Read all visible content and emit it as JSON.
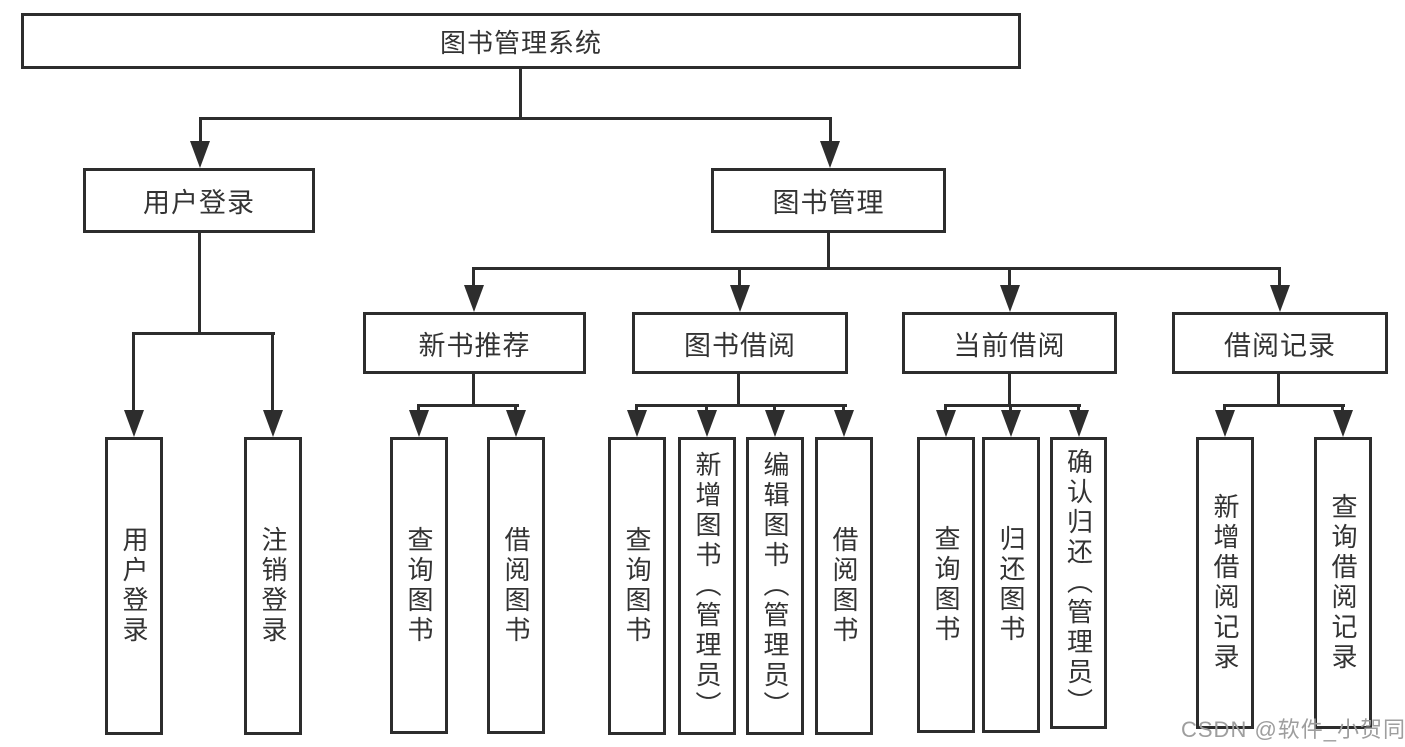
{
  "page": {
    "background": "#ffffff"
  },
  "colors": {
    "line": "#2d2d2d",
    "box_border": "#2d2d2d",
    "text": "#333333",
    "watermark": "#9e9e9e"
  },
  "watermark": {
    "text": "CSDN @软件_小贺同学"
  },
  "tree": {
    "root": {
      "label": "图书管理系统",
      "children": [
        {
          "label": "用户登录",
          "children": [
            {
              "label": "用户登录"
            },
            {
              "label": "注销登录"
            }
          ]
        },
        {
          "label": "图书管理",
          "children": [
            {
              "label": "新书推荐",
              "children": [
                {
                  "label": "查询图书"
                },
                {
                  "label": "借阅图书"
                }
              ]
            },
            {
              "label": "图书借阅",
              "children": [
                {
                  "label": "查询图书"
                },
                {
                  "label": "新增图书（管理员）"
                },
                {
                  "label": "编辑图书（管理员）"
                },
                {
                  "label": "借阅图书"
                }
              ]
            },
            {
              "label": "当前借阅",
              "children": [
                {
                  "label": "查询图书"
                },
                {
                  "label": "归还图书"
                },
                {
                  "label": "确认归还（管理员）"
                }
              ]
            },
            {
              "label": "借阅记录",
              "children": [
                {
                  "label": "新增借阅记录"
                },
                {
                  "label": "查询借阅记录"
                }
              ]
            }
          ]
        }
      ]
    }
  }
}
